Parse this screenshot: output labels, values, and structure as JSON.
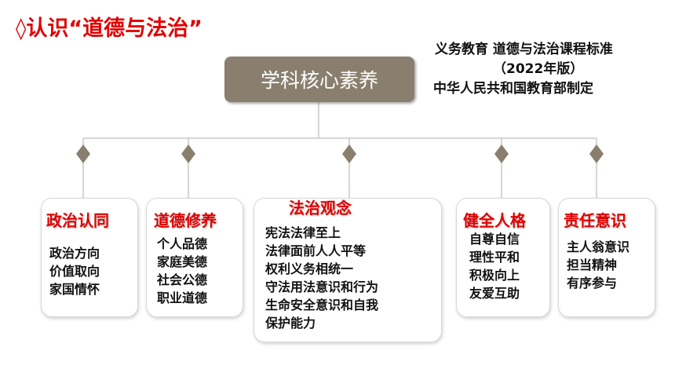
{
  "title": "◊认识“道德与法治”",
  "source": {
    "line1": "义务教育 道德与法治课程标准",
    "line2": "（2022年版）",
    "line3": "中华人民共和国教育部制定"
  },
  "core": "学科核心素养",
  "cards": [
    {
      "title": "政治认同",
      "items": [
        "政治方向",
        "价值取向",
        "家国情怀"
      ]
    },
    {
      "title": "道德修养",
      "items": [
        "个人品德",
        "家庭美德",
        "社会公德",
        "职业道德"
      ]
    },
    {
      "title": "法治观念",
      "items": [
        "宪法法律至上",
        "法律面前人人平等",
        "权利义务相统一",
        "守法用法意识和行为",
        "生命安全意识和自我",
        "保护能力"
      ]
    },
    {
      "title": "健全人格",
      "items": [
        "自尊自信",
        "理性平和",
        "积极向上",
        "友爱互助"
      ]
    },
    {
      "title": "责任意识",
      "items": [
        "主人翁意识",
        "担当精神",
        "有序参与"
      ]
    }
  ],
  "colors": {
    "accent": "#e00000",
    "core_box": "#8a7f6e",
    "diamond": "#8a7f6e"
  }
}
